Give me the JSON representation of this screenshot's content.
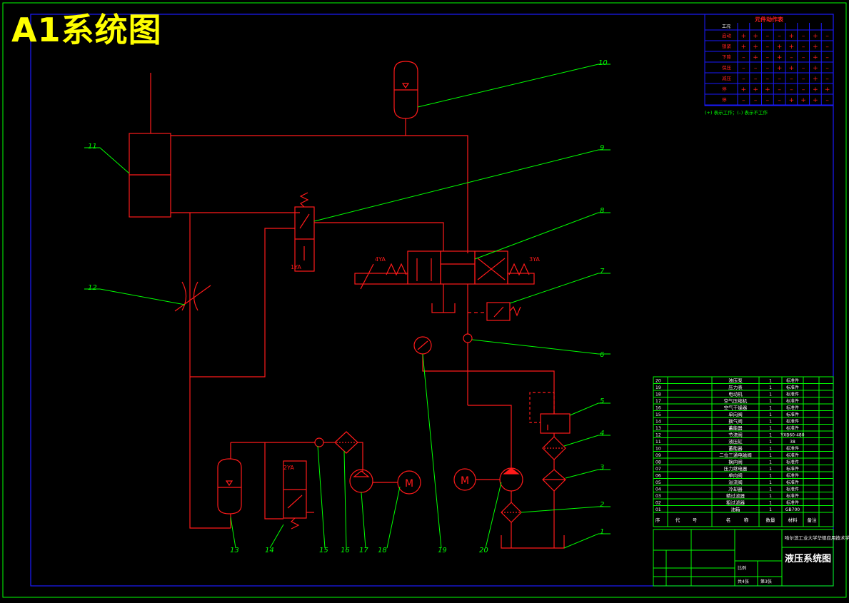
{
  "title": "A1系统图",
  "part_labels": [
    "1",
    "2",
    "3",
    "4",
    "5",
    "6",
    "7",
    "8",
    "9",
    "10",
    "11",
    "12",
    "13",
    "14",
    "15",
    "16",
    "17",
    "18",
    "19",
    "20"
  ],
  "solenoid_labels": {
    "s1ya": "1YA",
    "s2ya": "2YA",
    "s3ya": "3YA",
    "s4ya": "4YA"
  },
  "motor_label": "M",
  "action_table": {
    "title": "元件动作表",
    "header_left": "工况",
    "rows": [
      {
        "name": "启动",
        "signs": [
          "+",
          "+",
          "–",
          "–",
          "+",
          "–",
          "+",
          "–"
        ]
      },
      {
        "name": "锁紧",
        "signs": [
          "+",
          "+",
          "–",
          "+",
          "+",
          "–",
          "+",
          "–"
        ]
      },
      {
        "name": "下降",
        "signs": [
          "–",
          "+",
          "–",
          "+",
          "–",
          "–",
          "+",
          "–"
        ]
      },
      {
        "name": "保压",
        "signs": [
          "–",
          "–",
          "–",
          "+",
          "+",
          "–",
          "+",
          "–"
        ]
      },
      {
        "name": "减压",
        "signs": [
          "–",
          "–",
          "–",
          "–",
          "–",
          "–",
          "+",
          "–"
        ]
      },
      {
        "name": "停",
        "signs": [
          "+",
          "+",
          "+",
          "–",
          "–",
          "–",
          "+",
          "+"
        ]
      },
      {
        "name": "停",
        "signs": [
          "–",
          "–",
          "–",
          "–",
          "+",
          "+",
          "+",
          "–"
        ]
      }
    ],
    "note": "(+) 表示工作；(–) 表示不工作"
  },
  "parts_list": {
    "rows": [
      {
        "no": "20",
        "name": "液压泵",
        "qty": "1",
        "std": "标准件"
      },
      {
        "no": "19",
        "name": "压力表",
        "qty": "1",
        "std": "标准件"
      },
      {
        "no": "18",
        "name": "电动机",
        "qty": "1",
        "std": "标准件"
      },
      {
        "no": "17",
        "name": "空气压缩机",
        "qty": "1",
        "std": "标准件"
      },
      {
        "no": "16",
        "name": "空气干燥器",
        "qty": "1",
        "std": "标准件"
      },
      {
        "no": "15",
        "name": "单向阀",
        "qty": "1",
        "std": "标准件"
      },
      {
        "no": "14",
        "name": "换气阀",
        "qty": "1",
        "std": "标准件"
      },
      {
        "no": "13",
        "name": "蓄能器",
        "qty": "1",
        "std": "标准件"
      },
      {
        "no": "12",
        "name": "节流阀",
        "qty": "1",
        "std": "YXB60-480"
      },
      {
        "no": "11",
        "name": "液压缸",
        "qty": "1",
        "std": "38"
      },
      {
        "no": "10",
        "name": "蓄能器",
        "qty": "1",
        "std": "标准件"
      },
      {
        "no": "09",
        "name": "二位三通电磁阀",
        "qty": "1",
        "std": "标准件"
      },
      {
        "no": "08",
        "name": "换向阀",
        "qty": "1",
        "std": "标准件"
      },
      {
        "no": "07",
        "name": "压力继电器",
        "qty": "1",
        "std": "标准件"
      },
      {
        "no": "06",
        "name": "单向阀",
        "qty": "1",
        "std": "标准件"
      },
      {
        "no": "05",
        "name": "溢流阀",
        "qty": "1",
        "std": "标准件"
      },
      {
        "no": "04",
        "name": "冷却器",
        "qty": "1",
        "std": "标准件"
      },
      {
        "no": "03",
        "name": "精过滤器",
        "qty": "1",
        "std": "标准件"
      },
      {
        "no": "02",
        "name": "粗过滤器",
        "qty": "1",
        "std": "标准件"
      },
      {
        "no": "01",
        "name": "油箱",
        "qty": "1",
        "std": "GB700"
      }
    ],
    "header_cells": [
      "序",
      "代",
      "号",
      "名",
      "称",
      "数量",
      "材料",
      "备注"
    ]
  },
  "title_block": {
    "school": "哈尔滨工业大学华德应用技术学院",
    "drawing_name": "液压系统图",
    "scale_label": "比例",
    "sheet_total": "共4张",
    "sheet_no": "第3张",
    "sheet_total_num": "4",
    "sheet_no_num": "3"
  },
  "colors": {
    "circuit": "#ff1a1a",
    "leader": "#00ff00",
    "border": "#1a1aff",
    "title": "#ffff00",
    "table_text": "#ffffff",
    "background": "#000000"
  }
}
